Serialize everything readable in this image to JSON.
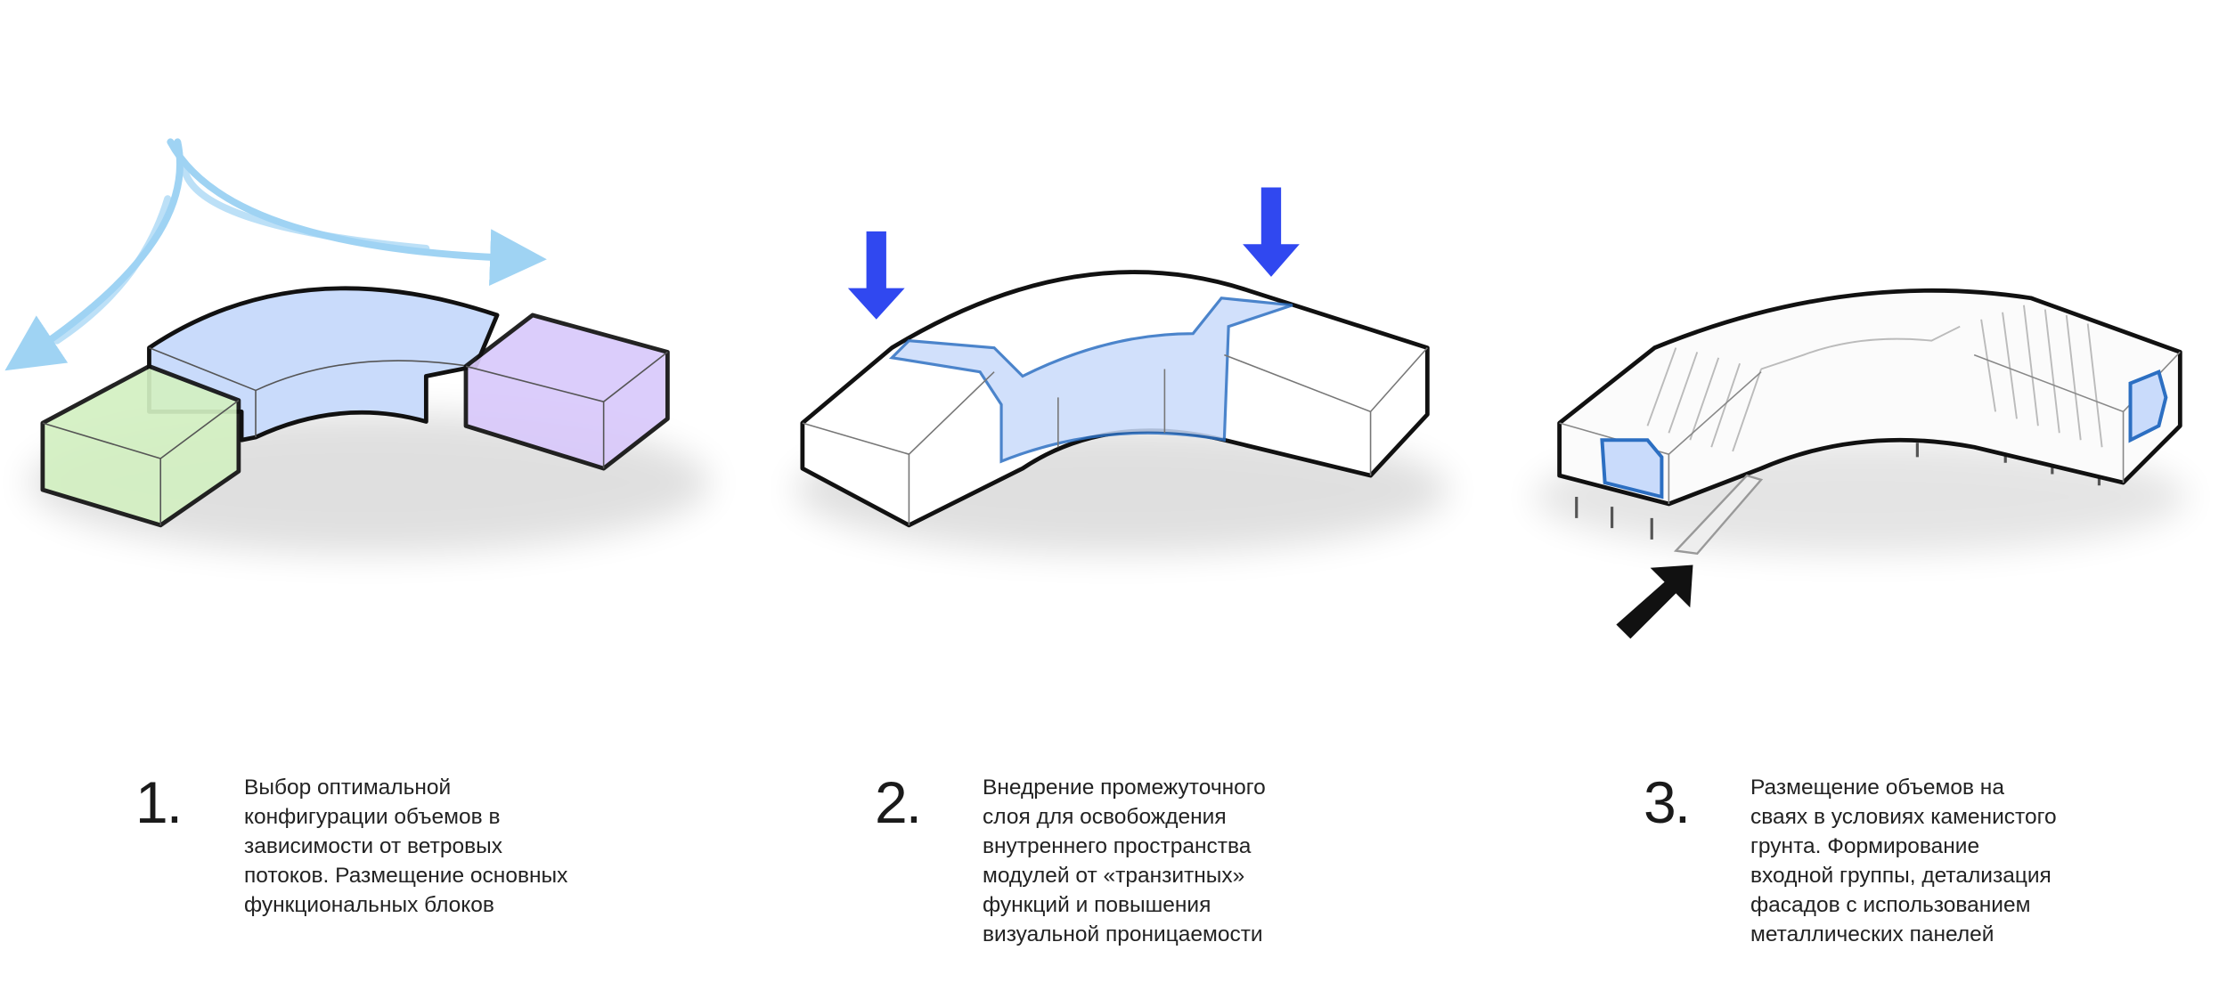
{
  "steps": [
    {
      "number": "1.",
      "lines": [
        "Выбор оптимальной",
        "конфигурации объемов в",
        "зависимости от ветровых",
        "потоков. Размещение основных",
        "функциональных блоков"
      ]
    },
    {
      "number": "2.",
      "lines": [
        "Внедрение промежуточного",
        "слоя для освобождения",
        "внутреннего пространства",
        "модулей от «транзитных»",
        "функций и повышения",
        "визуальной проницаемости"
      ]
    },
    {
      "number": "3.",
      "lines": [
        "Размещение объемов на",
        "сваях в условиях каменистого",
        "грунта. Формирование",
        "входной группы, детализация",
        "фасадов с использованием",
        "металлических панелей"
      ]
    }
  ],
  "colors": {
    "wind": "#9fd3f3",
    "blue_volume": "#c9dbfb",
    "green_volume": "#d3f0c2",
    "purple_volume": "#d9c9fb",
    "arrow_blue": "#3048f0",
    "accent_blue": "#2c6fc2",
    "arrow_black": "#111111"
  }
}
